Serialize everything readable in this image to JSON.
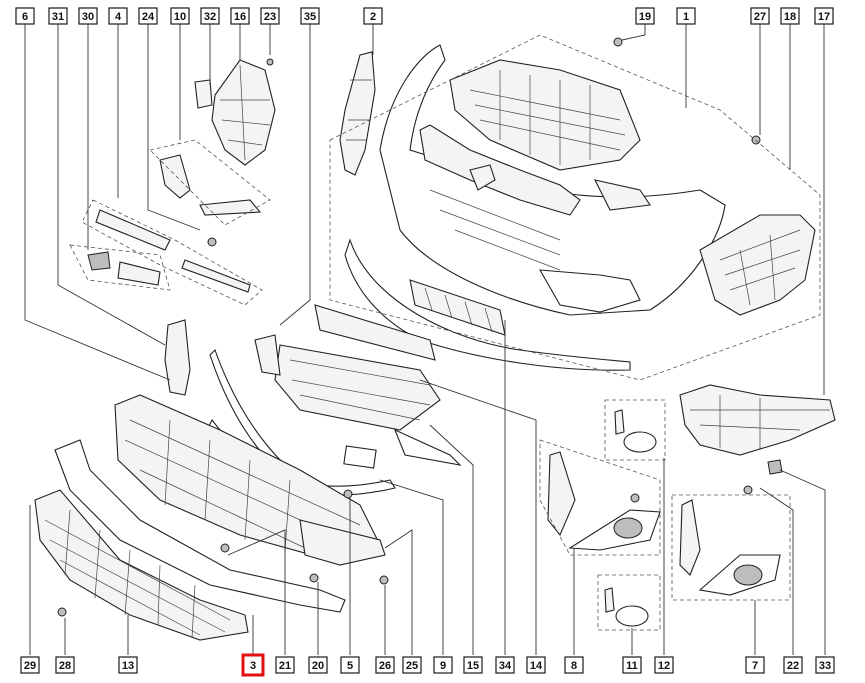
{
  "diagram": {
    "highlight_color": "#e01010",
    "callouts_top": [
      "6",
      "31",
      "30",
      "4",
      "24",
      "10",
      "32",
      "16",
      "23",
      "35",
      "2",
      "19",
      "1",
      "27",
      "18",
      "17"
    ],
    "callouts_bottom": [
      "29",
      "28",
      "13",
      "3",
      "21",
      "20",
      "5",
      "26",
      "25",
      "9",
      "15",
      "34",
      "14",
      "8",
      "11",
      "12",
      "7",
      "22",
      "33"
    ],
    "highlighted": "3"
  }
}
